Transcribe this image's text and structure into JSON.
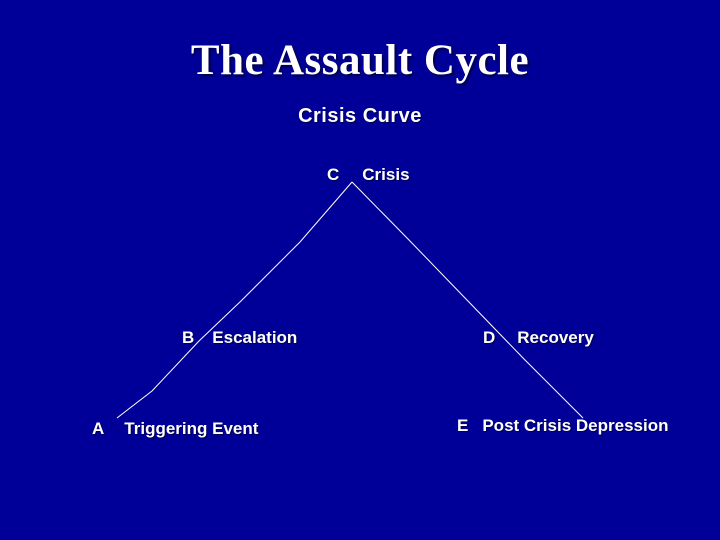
{
  "slide": {
    "title": "The Assault Cycle",
    "subtitle": "Crisis Curve",
    "colors": {
      "background": "#000099",
      "text": "#FFFFFF",
      "curve_line": "#FFFFFF"
    },
    "diagram": {
      "description": "Crisis curve: rising line to a peak then falling line, with labeled stages",
      "points": {
        "a": {
          "key": "A",
          "label": "Triggering Event"
        },
        "b": {
          "key": "B",
          "label": "Escalation"
        },
        "c": {
          "key": "C",
          "label": "Crisis"
        },
        "d": {
          "key": "D",
          "label": "Recovery"
        },
        "e": {
          "key": "E",
          "label": "Post Crisis Depression"
        }
      }
    }
  }
}
